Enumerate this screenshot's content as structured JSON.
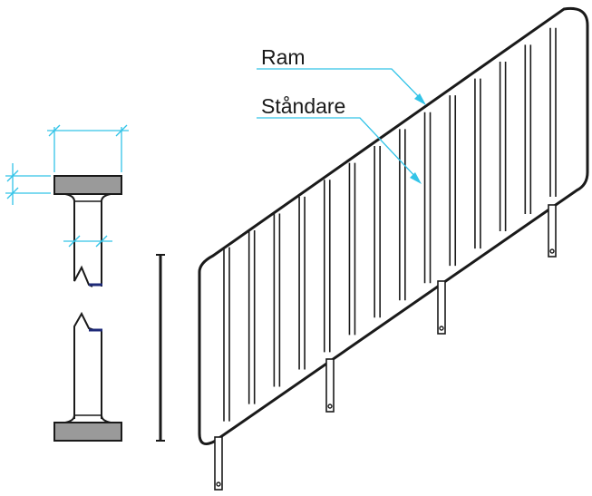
{
  "labels": {
    "frame": "Ram",
    "baluster": "Ståndare"
  },
  "colors": {
    "line": "#1a1a1a",
    "dimension": "#33c4e8",
    "cap_fill": "#9a9a9a",
    "break_mark": "#1e2a78"
  },
  "railing": {
    "baluster_count": 14,
    "post_count": 4
  }
}
